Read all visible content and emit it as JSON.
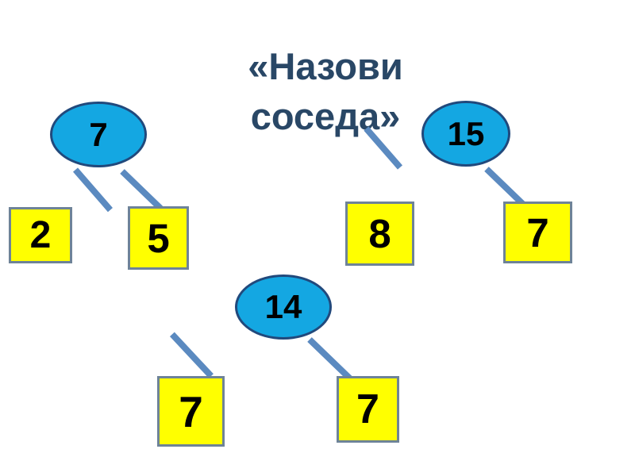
{
  "slide": {
    "title": "«Назови\nсоседа»",
    "title_color": "#294766",
    "background_color": "#ffffff"
  },
  "palette": {
    "ellipse_fill": "#14A7E2",
    "ellipse_stroke": "#21497C",
    "square_fill": "#FFFF00",
    "square_stroke": "#6E8398",
    "connector": "#5B8AC0",
    "number_color": "#000000"
  },
  "groups": [
    {
      "id": "group-left",
      "parent": {
        "value": "7"
      },
      "children": [
        {
          "value": "2"
        },
        {
          "value": "5"
        }
      ]
    },
    {
      "id": "group-right",
      "parent": {
        "value": "15"
      },
      "children": [
        {
          "value": "8"
        },
        {
          "value": "7"
        }
      ]
    },
    {
      "id": "group-bottom",
      "parent": {
        "value": "14"
      },
      "children": [
        {
          "value": "7"
        },
        {
          "value": "7"
        }
      ]
    }
  ]
}
